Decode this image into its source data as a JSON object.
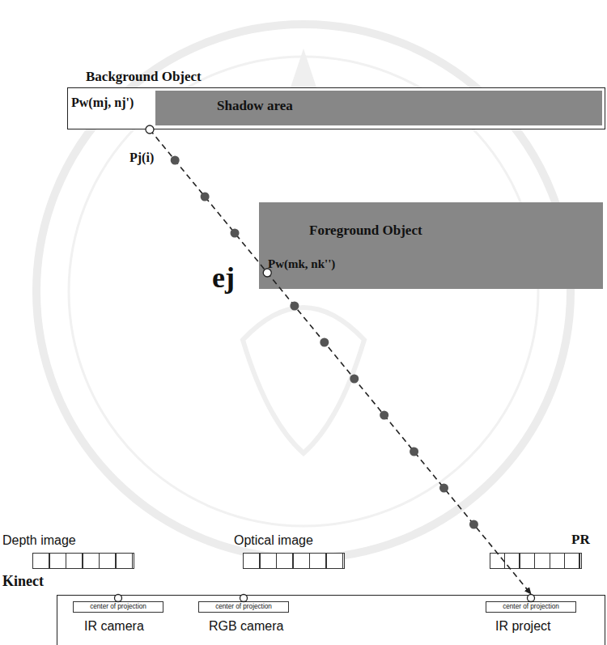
{
  "diagram": {
    "nodes": [
      {
        "text": [
          "Background Object"
        ]
      },
      {
        "text": [
          "Shadow area"
        ],
        "in": 0
      },
      {
        "text": [
          "Foreground Object"
        ]
      },
      {
        "text": [
          "Depth image"
        ]
      },
      {
        "text": [
          "Optical image"
        ]
      },
      {
        "text": [
          "PR"
        ]
      },
      {
        "text": [
          "Kinect"
        ]
      },
      {
        "text": [
          "center of projection",
          "IR camera"
        ],
        "in": 6
      },
      {
        "text": [
          "center of projection",
          "RGB camera"
        ],
        "in": 6
      },
      {
        "text": [
          "center of projection",
          "IR project"
        ],
        "in": 6
      }
    ],
    "edges": [
      {
        "from": 0,
        "to": 9,
        "arrow": "to"
      }
    ],
    "labels": [
      "Pw(mj, nj')",
      "Pj(i)",
      "Pw(mk, nk'')",
      "ej"
    ]
  }
}
